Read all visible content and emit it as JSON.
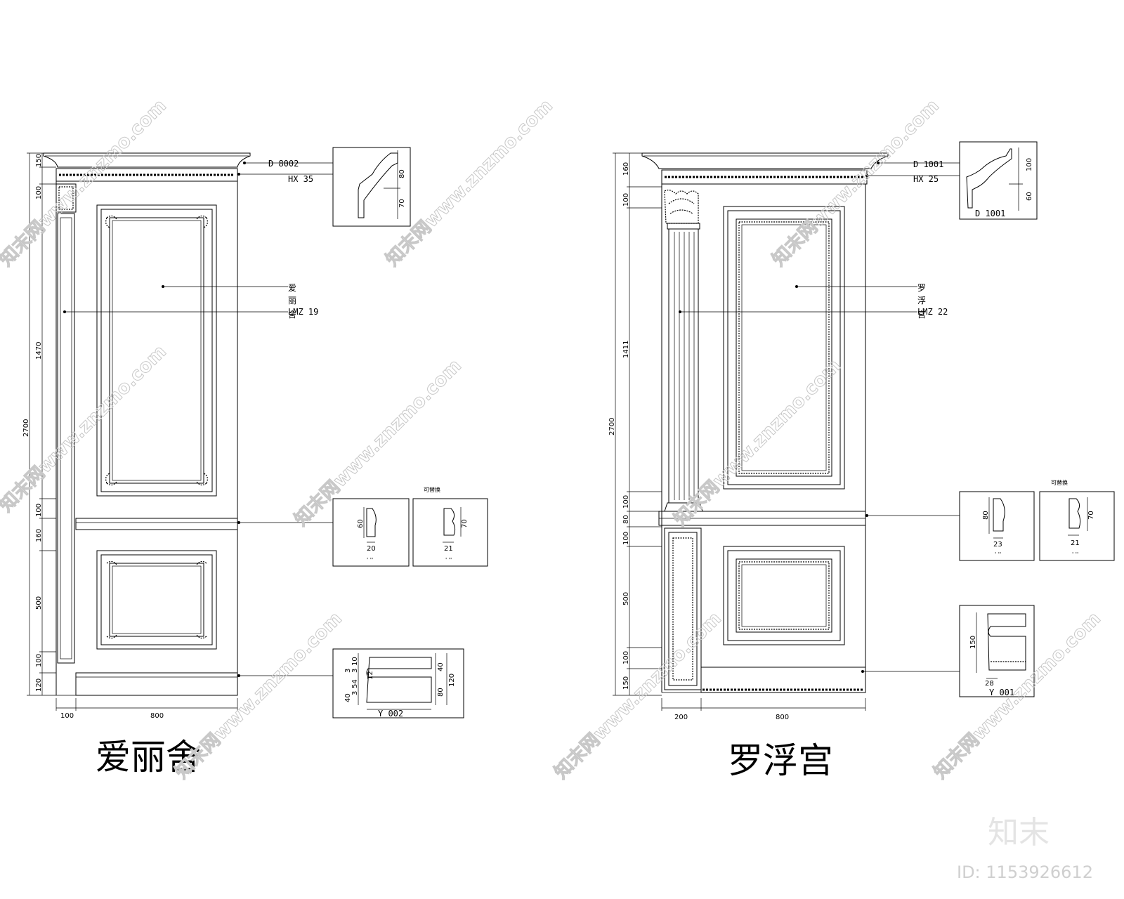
{
  "left_panel": {
    "title": "爱丽舍",
    "heights": [
      "150",
      "100",
      "1470",
      "2700",
      "100",
      "160",
      "500",
      "100",
      "120"
    ],
    "widths": [
      "100",
      "800"
    ],
    "callouts": {
      "cornice": "D 8002",
      "frieze": "HX 35",
      "panel_char1": "爱",
      "panel_char2": "丽",
      "panel_char3": "舍",
      "pilaster": "LMZ 19"
    },
    "profile_top": {
      "dims": [
        "80",
        "70"
      ]
    },
    "profile_chair": {
      "dims": [
        "60",
        "20"
      ],
      "caption": "' ''"
    },
    "profile_alt": {
      "heading": "可替换",
      "dims": [
        "70",
        "21"
      ],
      "caption": "' ''"
    },
    "profile_base": {
      "left_dims": [
        "10",
        "3",
        "3",
        "12",
        "54",
        "3",
        "40"
      ],
      "right_dims": [
        "40",
        "80",
        "120"
      ],
      "caption": "Y 002"
    }
  },
  "right_panel": {
    "title": "罗浮宫",
    "heights": [
      "160",
      "100",
      "1411",
      "2700",
      "100",
      "80",
      "100",
      "500",
      "100",
      "150"
    ],
    "widths": [
      "200",
      "800"
    ],
    "callouts": {
      "cornice": "D 1001",
      "frieze": "HX 25",
      "panel_char1": "罗",
      "panel_char2": "浮",
      "panel_char3": "宫",
      "pilaster": "LMZ 22"
    },
    "profile_top": {
      "dims": [
        "100",
        "60"
      ],
      "caption": "D 1001"
    },
    "profile_chair": {
      "dims": [
        "80",
        "23"
      ],
      "caption": "' ''"
    },
    "profile_alt": {
      "heading": "可替换",
      "dims": [
        "70",
        "21"
      ],
      "caption": "' ''"
    },
    "profile_base": {
      "dims": [
        "150",
        "28"
      ],
      "caption": "Y 001"
    }
  },
  "watermark": {
    "text": "知末网www.znzmo.com"
  },
  "brand": {
    "logo": "知末",
    "id_label": "ID: 1153926612"
  }
}
